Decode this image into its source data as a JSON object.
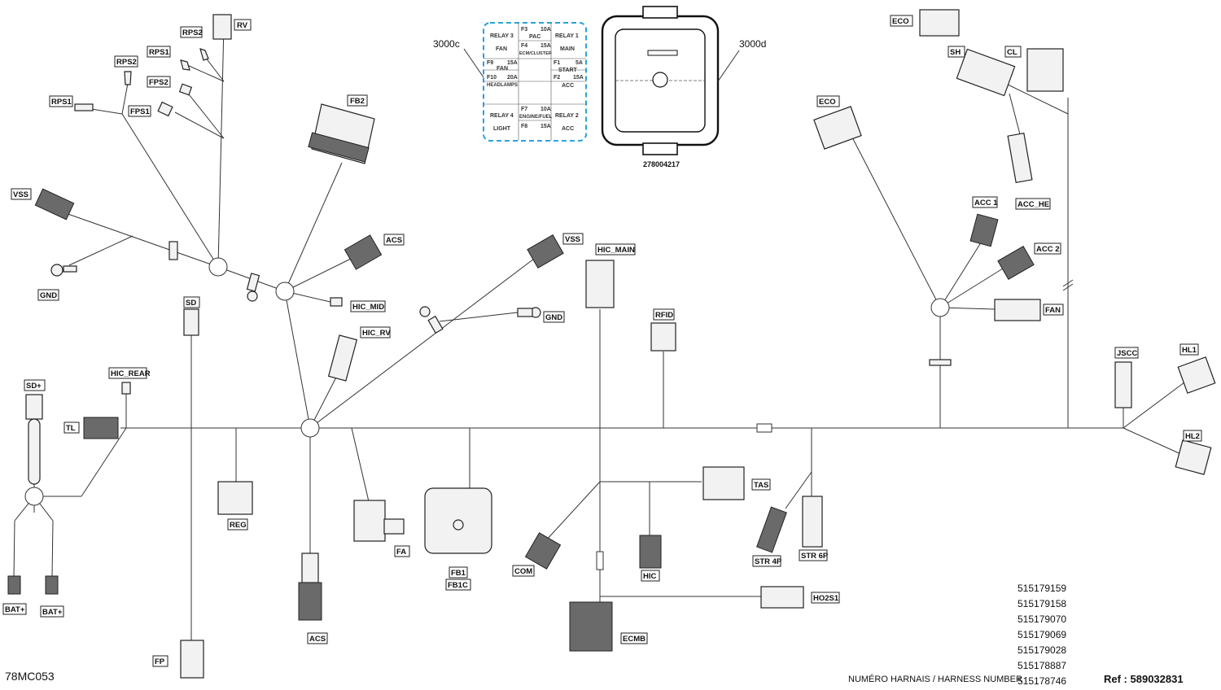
{
  "labels": {
    "rv": "RV",
    "rps2_a": "RPS2",
    "rps1_a": "RPS1",
    "rps2_b": "RPS2",
    "fps2": "FPS2",
    "rps1_b": "RPS1",
    "fps1": "FPS1",
    "fb2": "FB2",
    "vss_left": "VSS",
    "gnd_left": "GND",
    "acs_top": "ACS",
    "hic_mid": "HIC_MID",
    "vss_mid": "VSS",
    "gnd_mid": "GND",
    "hic_main": "HIC_MAIN",
    "rfid": "RFID",
    "hic_rv": "HIC_RV",
    "sd": "SD",
    "hic_rear": "HIC_REAR",
    "sd_plus": "SD+",
    "tl": "TL",
    "reg": "REG",
    "fa": "FA",
    "fb1": "FB1",
    "fb1c": "FB1C",
    "acs_bottom": "ACS",
    "fp": "FP",
    "bat_plus_a": "BAT+",
    "bat_plus_b": "BAT+",
    "com": "COM",
    "hic": "HIC",
    "tas": "TAS",
    "str4p": "STR 4P",
    "str6p": "STR 6P",
    "ho2s1": "HO2S1",
    "ecmb": "ECMB",
    "eco_top": "ECO",
    "eco_mid": "ECO",
    "sh": "SH",
    "cl": "CL",
    "acc1": "ACC 1",
    "acc_he": "ACC_HE",
    "acc2": "ACC 2",
    "fan": "FAN",
    "jscc": "JSCC",
    "hl1": "HL1",
    "hl2": "HL2"
  },
  "fuse_box": {
    "label_left": "3000c",
    "label_right": "3000d",
    "part_number": "278004217",
    "cells": {
      "relay3": "RELAY 3",
      "fan": "FAN",
      "f3": "F3",
      "f3_amp": "10A",
      "pac": "PAC",
      "f4": "F4",
      "f4_amp": "15A",
      "ecm_cluster": "ECM/CLUSTER",
      "relay1": "RELAY 1",
      "main": "MAIN",
      "f9": "F9",
      "f9_amp": "15A",
      "f9_name": "FAN",
      "f10": "F10",
      "f10_amp": "20A",
      "f10_name": "HEADLAMPS",
      "f1": "F1",
      "f1_amp": "5A",
      "f1_name": "START",
      "f2": "F2",
      "f2_amp": "15A",
      "f2_name": "ACC",
      "relay4": "RELAY 4",
      "light": "LIGHT",
      "f7": "F7",
      "f7_amp": "10A",
      "f7_name": "ENGINE/FUEL",
      "f8": "F8",
      "f8_amp": "15A",
      "relay2": "RELAY 2",
      "acc": "ACC"
    }
  },
  "footer": {
    "diagram_code": "78MC053",
    "harness_label": "NUMÉRO HARNAIS / HARNESS NUMBER :",
    "harness_numbers": [
      "515179159",
      "515179158",
      "515179070",
      "515179069",
      "515179028",
      "515178887",
      "515178746"
    ],
    "ref": "Ref : 589032831"
  },
  "colors": {
    "fuse_outline": "#2aa3d6",
    "line": "#333333"
  }
}
